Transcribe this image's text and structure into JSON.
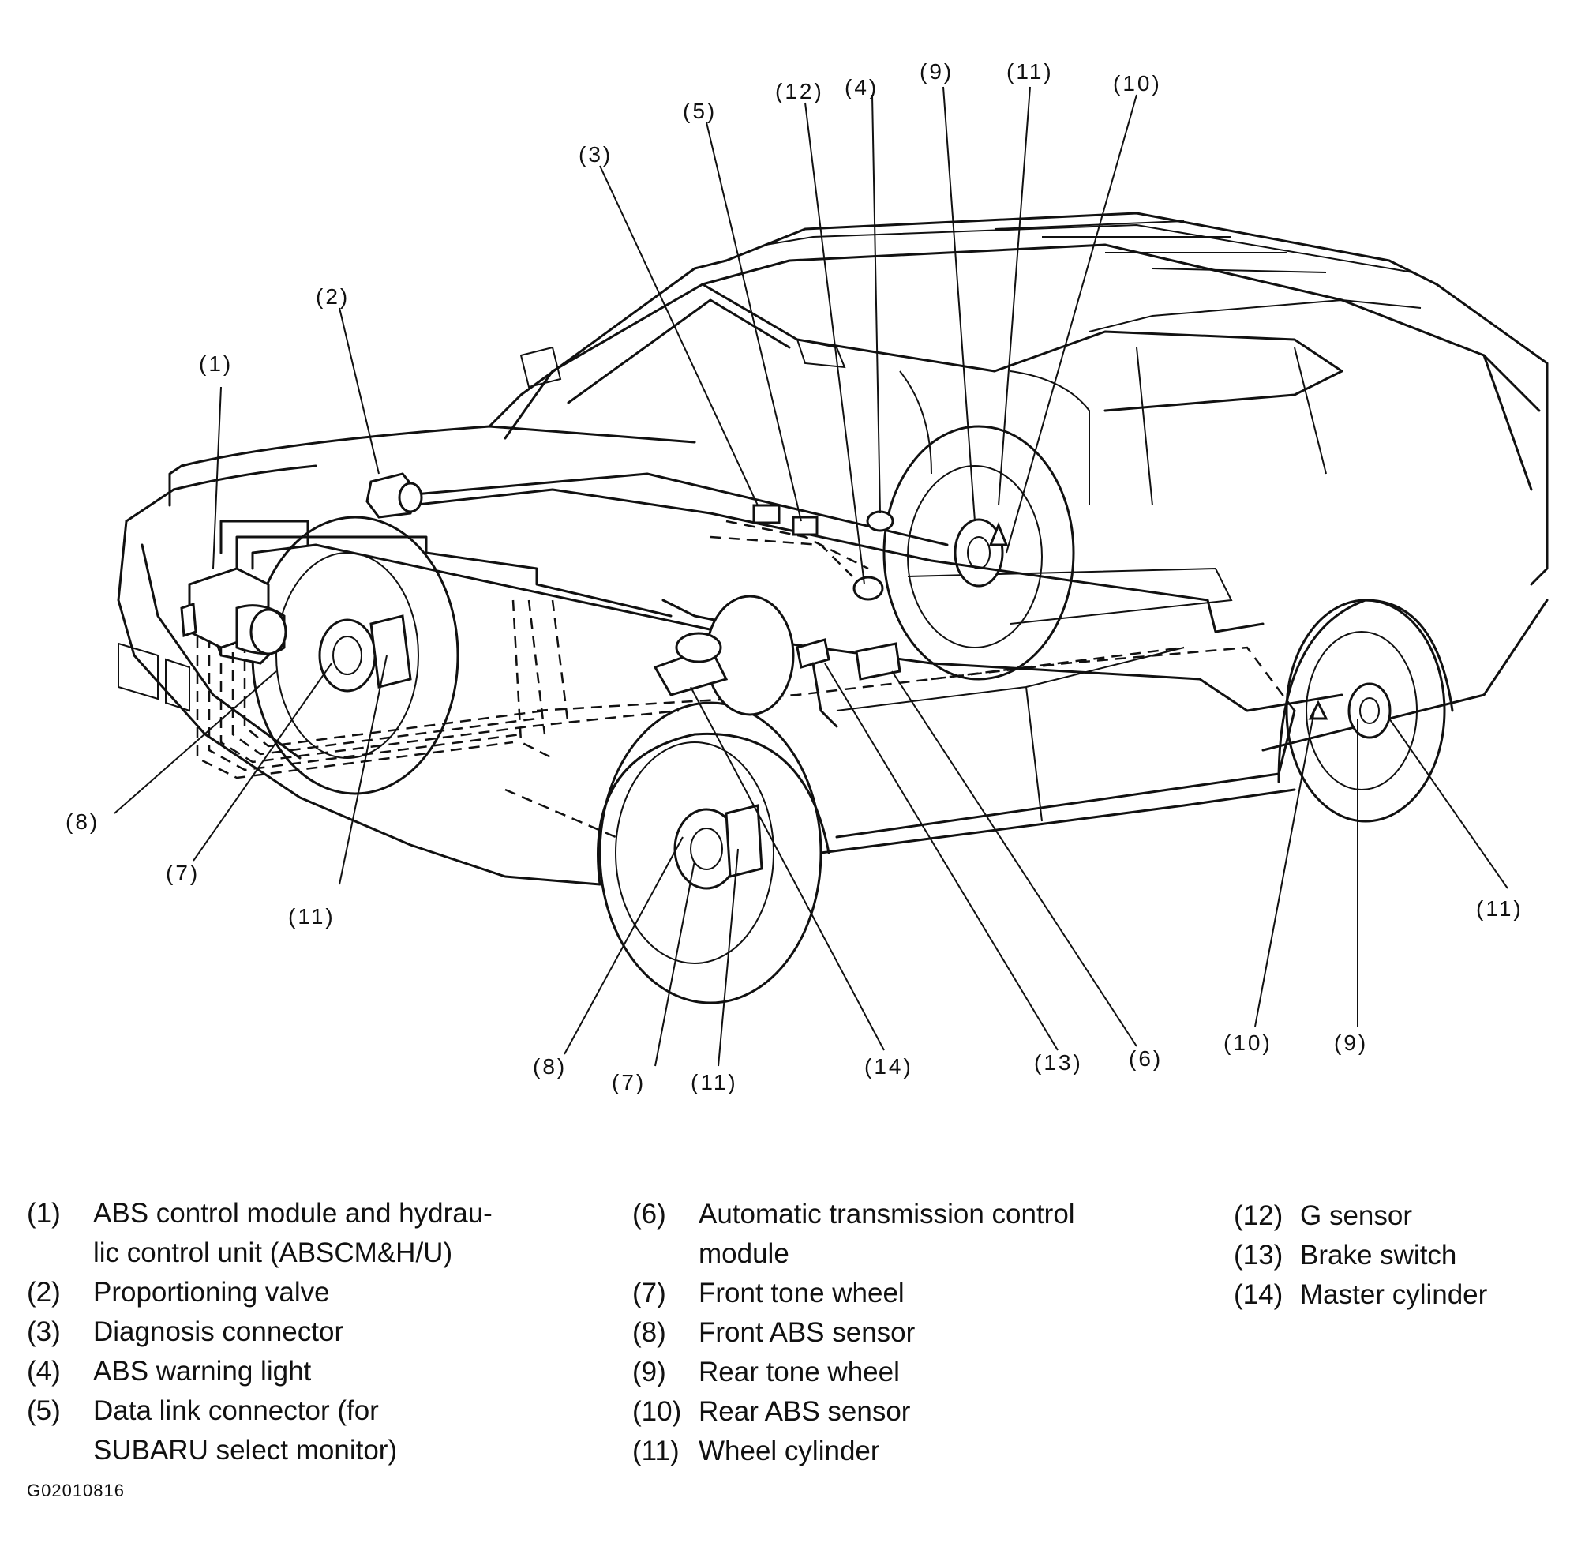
{
  "callouts": {
    "c1": "(1)",
    "c2": "(2)",
    "c3": "(3)",
    "c4": "(4)",
    "c5": "(5)",
    "c6": "(6)",
    "c7": "(7)",
    "c8": "(8)",
    "c9": "(9)",
    "c10": "(10)",
    "c11": "(11)",
    "c12": "(12)",
    "c13": "(13)",
    "c14": "(14)"
  },
  "legend": {
    "col1": [
      {
        "num": "(1)",
        "lines": [
          "ABS control module and hydrau-",
          "lic control unit (ABSCM&H/U)"
        ]
      },
      {
        "num": "(2)",
        "lines": [
          "Proportioning valve"
        ]
      },
      {
        "num": "(3)",
        "lines": [
          "Diagnosis connector"
        ]
      },
      {
        "num": "(4)",
        "lines": [
          "ABS warning light"
        ]
      },
      {
        "num": "(5)",
        "lines": [
          "Data link connector (for",
          "SUBARU select monitor)"
        ]
      }
    ],
    "col2": [
      {
        "num": "(6)",
        "lines": [
          "Automatic transmission control",
          "module"
        ]
      },
      {
        "num": "(7)",
        "lines": [
          "Front tone wheel"
        ]
      },
      {
        "num": "(8)",
        "lines": [
          "Front ABS sensor"
        ]
      },
      {
        "num": "(9)",
        "lines": [
          "Rear tone wheel"
        ]
      },
      {
        "num": "(10)",
        "lines": [
          "Rear ABS sensor"
        ]
      },
      {
        "num": "(11)",
        "lines": [
          "Wheel cylinder"
        ]
      }
    ],
    "col3": [
      {
        "num": "(12)",
        "lines": [
          "G sensor"
        ]
      },
      {
        "num": "(13)",
        "lines": [
          "Brake switch"
        ]
      },
      {
        "num": "(14)",
        "lines": [
          "Master cylinder"
        ]
      }
    ]
  },
  "figure_code": "G02010816"
}
